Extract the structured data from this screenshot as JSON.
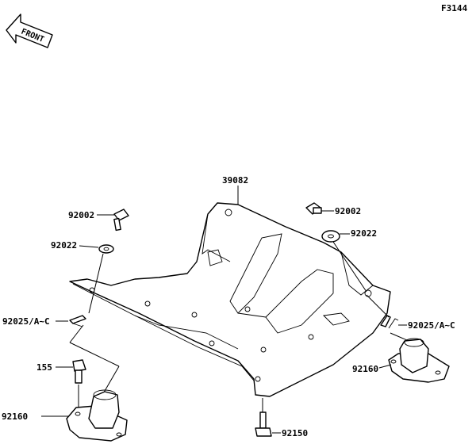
{
  "figure_id": "F3144",
  "front_label": "FRONT",
  "labels": {
    "skid_plate": "39082",
    "bolt_left": "92002",
    "bolt_right": "92002",
    "washer_left": "92022",
    "washer_right": "92022",
    "clip_left": "92025/A~C",
    "clip_right": "92025/A~C",
    "small_bolt": "155",
    "mount_left": "92160",
    "mount_right": "92160",
    "bottom_bolt": "92150"
  }
}
